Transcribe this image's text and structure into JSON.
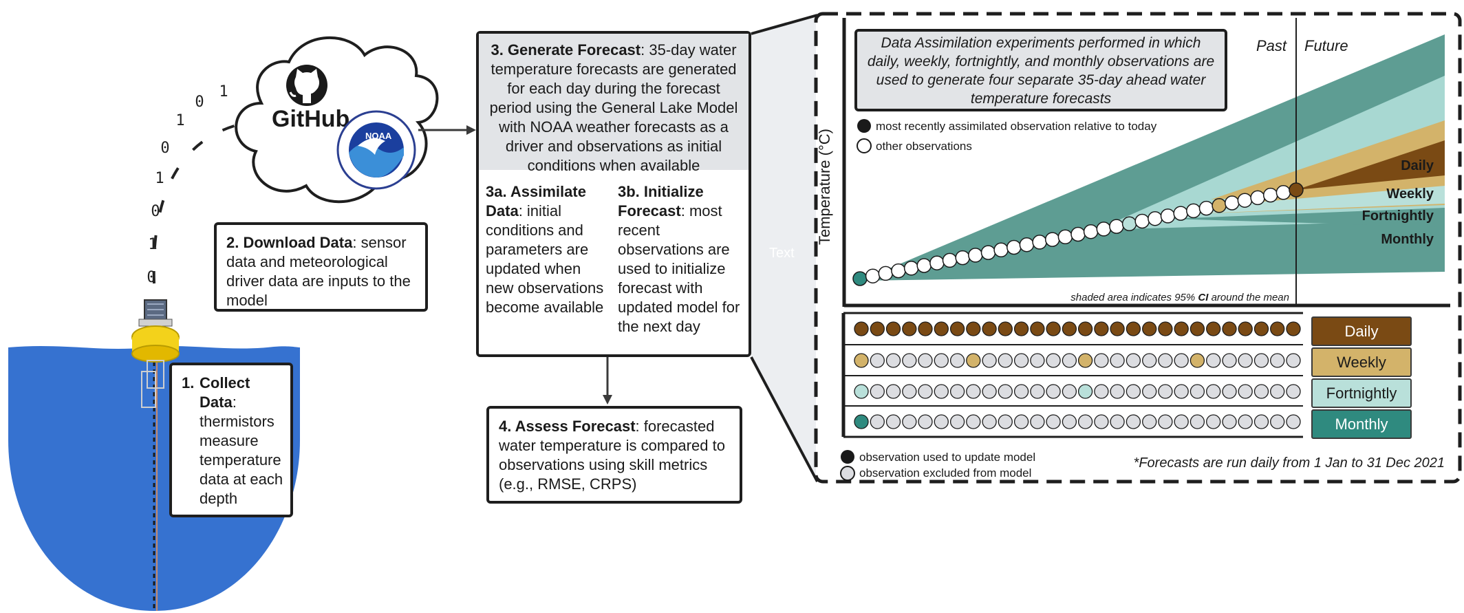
{
  "colors": {
    "water": "#3672d0",
    "daily": "#7a4a14",
    "weekly": "#d3b36a",
    "fortnightly": "#b9e0da",
    "monthly": "#2f8a7f",
    "ci_outer": "#5e9d93",
    "ci_mid": "#a8d8d2",
    "obs_grey": "#dcdde1",
    "box_fill_grey": "#e2e4e7"
  },
  "step1": {
    "number": "1.",
    "title": "Collect Data",
    "text": ": thermistors measure temperature data at each depth"
  },
  "binary_stream": [
    "0",
    "1",
    "0",
    "1",
    "0",
    "1",
    "0",
    "1"
  ],
  "cloud": {
    "github_label": "GitHub",
    "noaa_label": "NOAA"
  },
  "step2": {
    "title": "2. Download Data",
    "text": ": sensor data and meteorological driver data are inputs to the model"
  },
  "step3": {
    "title": "3. Generate Forecast",
    "text": ": 35-day water temperature forecasts are generated for each day during the forecast period using the General Lake Model with NOAA weather forecasts as a driver and observations as initial conditions when available",
    "sub_a_title": "3a. Assimilate Data",
    "sub_a_text": ": initial conditions and parameters are updated when new observations become available",
    "sub_b_title": "3b. Initialize Forecast",
    "sub_b_text": ": most recent observations are used to initialize forecast with updated model for the next day"
  },
  "step4": {
    "title": "4. Assess Forecast",
    "text": ": forecasted water temperature is compared to observations using skill metrics (e.g., RMSE, CRPS)"
  },
  "stray_text": "Text",
  "panel": {
    "caption": "Data Assimilation experiments performed in which daily, weekly, fortnightly, and monthly observations are used to generate four separate 35-day ahead water temperature forecasts",
    "past_label": "Past",
    "future_label": "Future",
    "ylabel": "Temperature (°C)",
    "legend_recent": "most recently assimilated observation relative to today",
    "legend_other": "other observations",
    "band_labels": [
      "Daily",
      "Weekly",
      "Fortnightly",
      "Monthly"
    ],
    "ci_note_pre": "shaded area indicates 95% ",
    "ci_note_bold": "CI",
    "ci_note_post": " around the mean",
    "schedule_labels": [
      "Daily",
      "Weekly",
      "Fortnightly",
      "Monthly"
    ],
    "legend_used": "observation used to update model",
    "legend_excluded": "observation excluded from model",
    "footnote": "*Forecasts are run daily from 1 Jan to 31 Dec 2021"
  }
}
